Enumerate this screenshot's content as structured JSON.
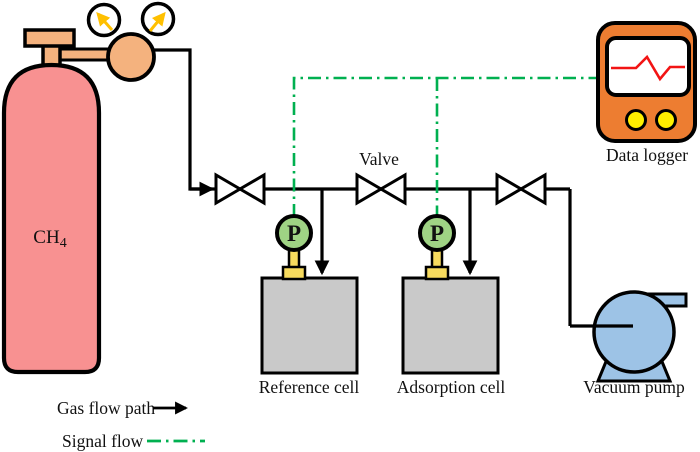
{
  "diagram": {
    "title_hint": "Gas adsorption experimental setup schematic",
    "cylinder": {
      "formula_main": "CH",
      "formula_sub": "4"
    },
    "gauge_label": "P",
    "labels": {
      "valve": "Valve",
      "data_logger": "Data logger",
      "reference_cell": "Reference cell",
      "adsorption_cell": "Adsorption cell",
      "vacuum_pump": "Vacuum pump"
    },
    "legend": {
      "gas_flow_label": "Gas flow path",
      "signal_flow_label": "Signal flow"
    },
    "colors": {
      "cylinder_pink": "#F89191",
      "fitting_peach": "#F4B27E",
      "gauge_green": "#9FD384",
      "stem_gold": "#F7DB5E",
      "cell_gray": "#C9C9C9",
      "logger_orange": "#ED7D31",
      "button_yellow": "#FFF000",
      "pump_blue": "#9DC3E6",
      "signal_green": "#00B050",
      "waveform_red": "#F21414",
      "needle_yellow": "#FFC000",
      "pipe_black": "#000000"
    }
  }
}
